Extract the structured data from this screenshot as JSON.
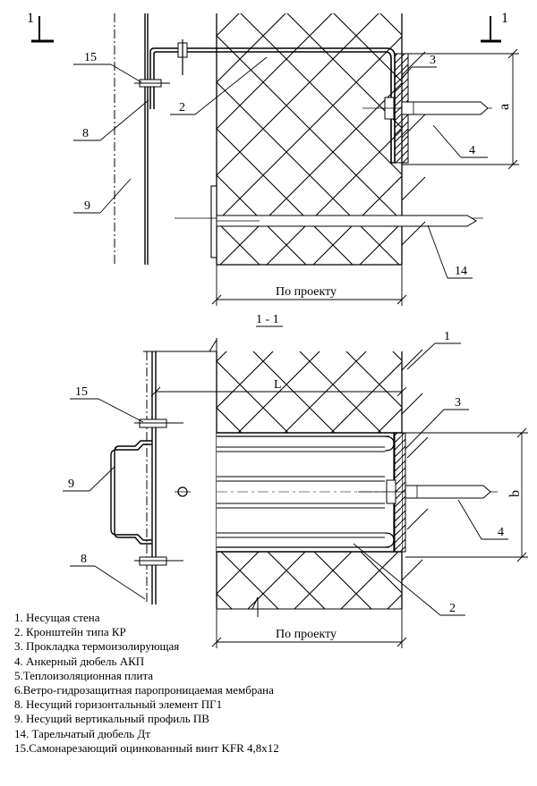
{
  "section_marks": {
    "left": "1",
    "right": "1"
  },
  "section_title": "1 - 1",
  "callouts_top": {
    "c15": "15",
    "c8": "8",
    "c9": "9",
    "c2": "2",
    "c3": "3",
    "c4": "4",
    "c14": "14",
    "dim_a": "a",
    "dim_width": "По проекту"
  },
  "callouts_bottom": {
    "c15": "15",
    "c9": "9",
    "c8": "8",
    "c1": "1",
    "c3": "3",
    "c4": "4",
    "c2": "2",
    "dim_L": "L",
    "dim_b": "b",
    "dim_width": "По проекту"
  },
  "legend": [
    "1. Несущая стена",
    "2. Кронштейн типа КР",
    "3. Прокладка термоизолирующая",
    "4. Анкерный дюбель АКП",
    "5.Теплоизоляционная плита",
    "6.Ветро-гидрозащитная паропроницаемая мембрана",
    "8. Несущий горизонтальный элемент ПГ1",
    "9. Несущий вертикальный профиль ПВ",
    "14. Тарельчатый дюбель  Дт",
    "15.Самонарезающий оцинкованный винт KFR 4,8x12"
  ]
}
